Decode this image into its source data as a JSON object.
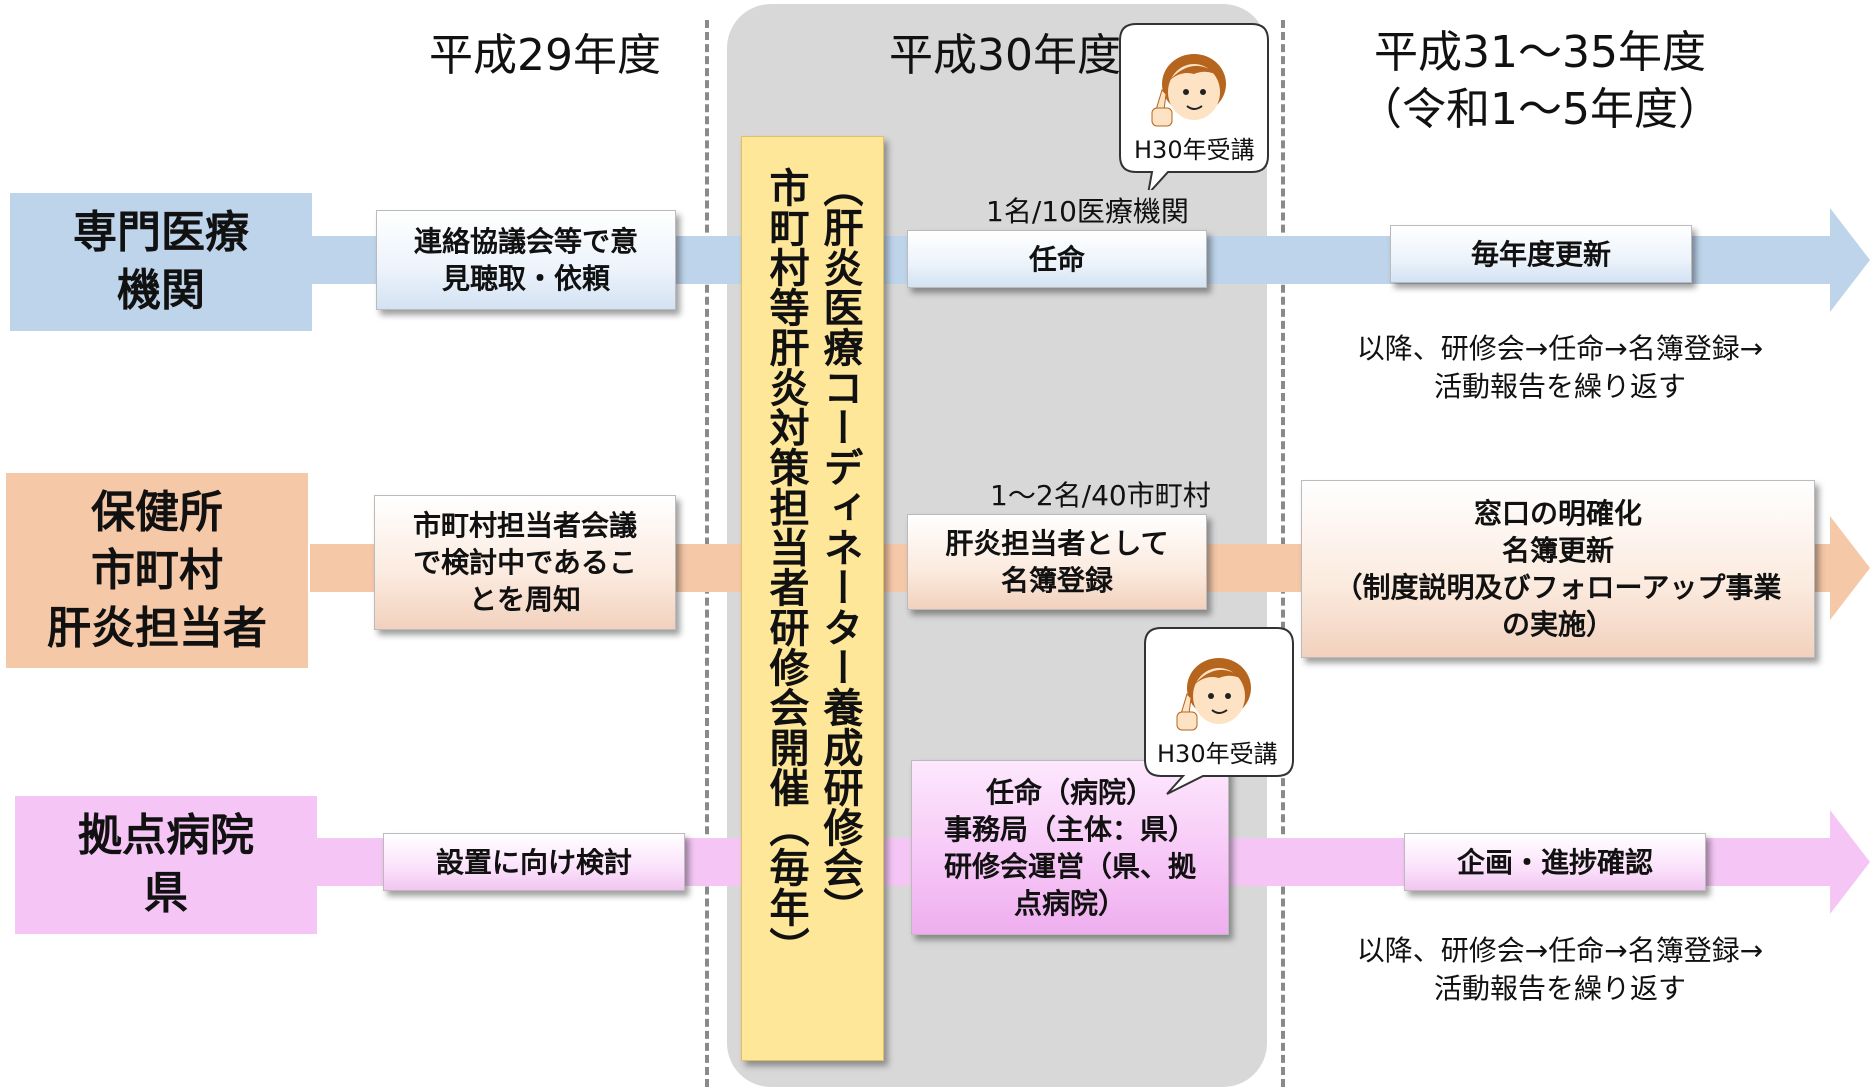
{
  "headers": {
    "fy29": "平成29年度",
    "fy30": "平成30年度",
    "fy31_35": "平成31〜35年度",
    "fy31_35_sub": "（令和1〜5年度）"
  },
  "categories": {
    "specialist": [
      "専門医療",
      "機関"
    ],
    "health": [
      "保健所",
      "市町村",
      "肝炎担当者"
    ],
    "hub": [
      "拠点病院",
      "県"
    ]
  },
  "center_box": {
    "col1": "（肝炎医療コーディネーター養成研修会）",
    "col2": "市町村等肝炎対策担当者研修会開催（毎年）"
  },
  "rows": {
    "specialist": {
      "fy29": [
        "連絡協議会等で意",
        "見聴取・依頼"
      ],
      "fy30_caption": "1名/10医療機関",
      "fy30": "任命",
      "fy31": "毎年度更新",
      "note": [
        "以降、研修会→任命→名簿登録→",
        "活動報告を繰り返す"
      ]
    },
    "health": {
      "fy29": [
        "市町村担当者会議",
        "で検討中であるこ",
        "とを周知"
      ],
      "fy30_caption": "1〜2名/40市町村",
      "fy30": [
        "肝炎担当者として",
        "名簿登録"
      ],
      "fy31": [
        "窓口の明確化",
        "名簿更新",
        "（制度説明及びフォローアップ事業",
        "の実施）"
      ]
    },
    "hub": {
      "fy29": "設置に向け検討",
      "fy30": [
        "任命（病院）",
        "事務局（主体：県）",
        "研修会運営（県、拠",
        "点病院）"
      ],
      "fy31": "企画・進捗確認",
      "note": [
        "以降、研修会→任命→名簿登録→",
        "活動報告を繰り返す"
      ]
    }
  },
  "bubbles": {
    "top": "H30年受講",
    "bottom": "H30年受講"
  },
  "colors": {
    "blue": "#bed4ea",
    "peach": "#f5c8a8",
    "pink": "#f5c6f5",
    "yellow": "#ffe799",
    "panel": "#d8d8d8"
  }
}
